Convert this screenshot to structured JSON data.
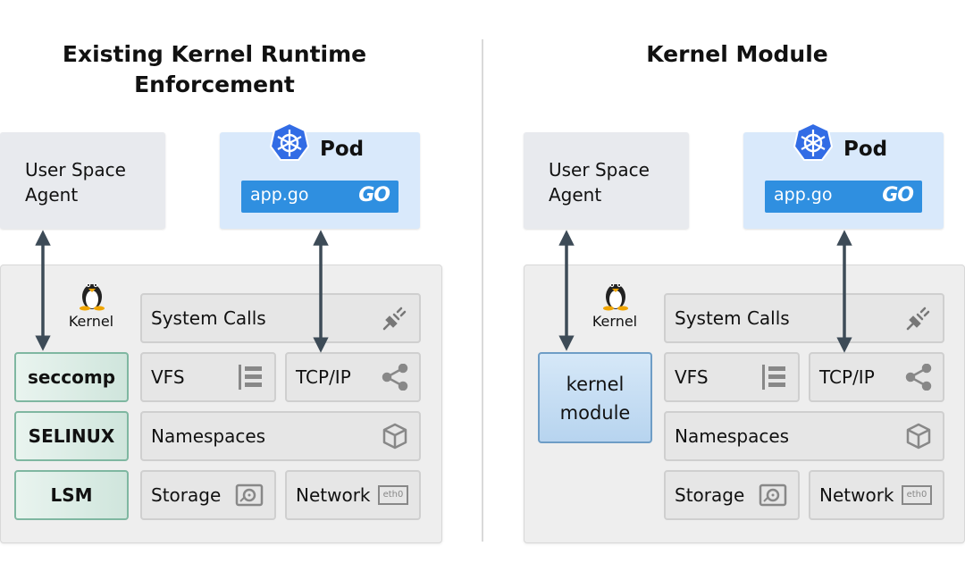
{
  "left": {
    "title_line1": "Existing Kernel Runtime",
    "title_line2": "Enforcement",
    "agent_line1": "User Space",
    "agent_line2": "Agent",
    "pod_label": "Pod",
    "app_label": "app.go",
    "go_logo_text": "GO",
    "kernel_label": "Kernel",
    "system_calls": "System Calls",
    "vfs": "VFS",
    "tcpip": "TCP/IP",
    "namespaces": "Namespaces",
    "storage": "Storage",
    "network": "Network",
    "net_icon_text": "eth0",
    "security_modules": [
      "seccomp",
      "SELINUX",
      "LSM"
    ]
  },
  "right": {
    "title": "Kernel Module",
    "agent_line1": "User Space",
    "agent_line2": "Agent",
    "pod_label": "Pod",
    "app_label": "app.go",
    "go_logo_text": "GO",
    "kernel_label": "Kernel",
    "system_calls": "System Calls",
    "vfs": "VFS",
    "tcpip": "TCP/IP",
    "namespaces": "Namespaces",
    "storage": "Storage",
    "network": "Network",
    "net_icon_text": "eth0",
    "kernel_module_line1": "kernel",
    "kernel_module_line2": "module"
  },
  "icons": [
    "kubernetes-icon",
    "tux-icon",
    "plug-icon",
    "list-icon",
    "share-icon",
    "cube-icon",
    "disk-icon",
    "ethernet-icon"
  ],
  "colors": {
    "pod_bg": "#d9e9fb",
    "app_bar": "#2f8fe0",
    "security_green": "#7fb7a1",
    "kernel_module_blue": "#6e9dc6",
    "arrow": "#3d4b57"
  }
}
